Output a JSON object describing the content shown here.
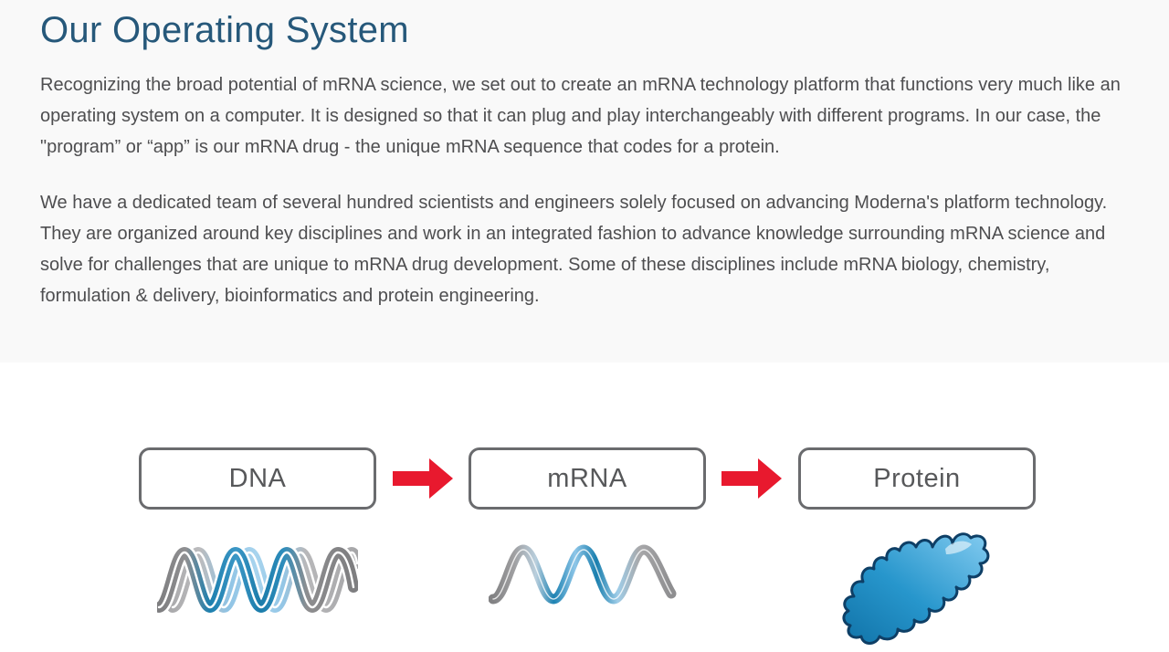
{
  "content": {
    "heading": "Our Operating System",
    "paragraph1": "Recognizing the broad potential of mRNA science, we set out to create an mRNA technology platform that functions very much like an operating system on a computer. It is designed so that it can plug and play interchangeably with different programs. In our case, the \"program” or “app” is our mRNA drug - the unique mRNA sequence that codes for a protein.",
    "paragraph2": "We have a dedicated team of several hundred scientists and engineers solely focused on advancing Moderna's platform technology. They are organized around key disciplines and work in an integrated fashion to advance knowledge surrounding mRNA science and solve for challenges that are unique to mRNA drug development. Some of these disciplines include mRNA biology, chemistry, formulation & delivery, bioinformatics and protein engineering."
  },
  "diagram": {
    "steps": [
      {
        "label": "DNA",
        "illustration": "dna-double-helix"
      },
      {
        "label": "mRNA",
        "illustration": "mrna-single-strand"
      },
      {
        "label": "Protein",
        "illustration": "protein-blob"
      }
    ],
    "arrow_icon": "arrow-right",
    "colors": {
      "arrow_red": "#e8192e",
      "box_border": "#6a6b6e",
      "box_label": "#57585a",
      "heading_blue": "#26587a",
      "body_text": "#4e4e50",
      "section_background": "#f9f9f9",
      "helix_blue_dark": "#1d7fae",
      "helix_blue_light": "#9fd0ec",
      "helix_gray": "#8f9093",
      "protein_blue_dark": "#1173a8",
      "protein_blue_light": "#83cbf0",
      "protein_outline": "#0e3f66"
    }
  }
}
